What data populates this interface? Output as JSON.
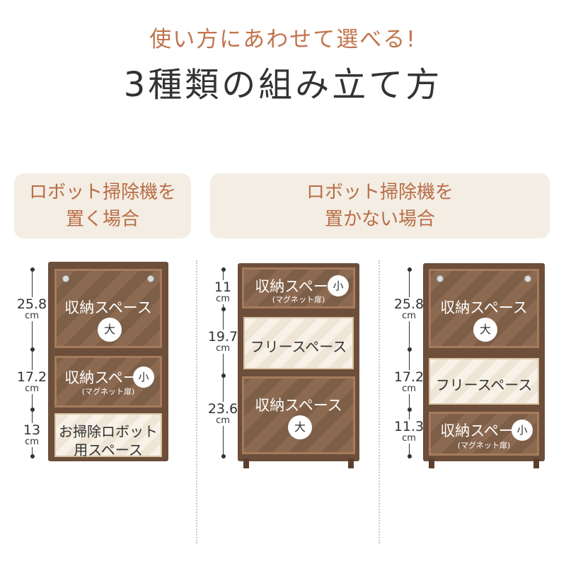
{
  "header": {
    "subtitle": "使い方にあわせて選べる!",
    "title": "3種類の組み立て方"
  },
  "panels": {
    "with_robot": "ロボット掃除機を\n置く場合",
    "without_robot": "ロボット掃除機を\n置かない場合"
  },
  "labels": {
    "storage": "収納スペース",
    "magnet": "(マグネット扉)",
    "free": "フリースペース",
    "robot_line1": "お掃除ロボット",
    "robot_line2": "用スペース",
    "large": "大",
    "small": "小",
    "cm": "cm"
  },
  "dims": {
    "left": [
      "25.8",
      "17.2",
      "13"
    ],
    "middle": [
      "11",
      "19.7",
      "23.6"
    ],
    "right": [
      "25.8",
      "17.2",
      "11.3"
    ]
  },
  "colors": {
    "accent": "#c2744d",
    "panel_bg": "#f3ede3",
    "wood": "#6c4e3b"
  }
}
